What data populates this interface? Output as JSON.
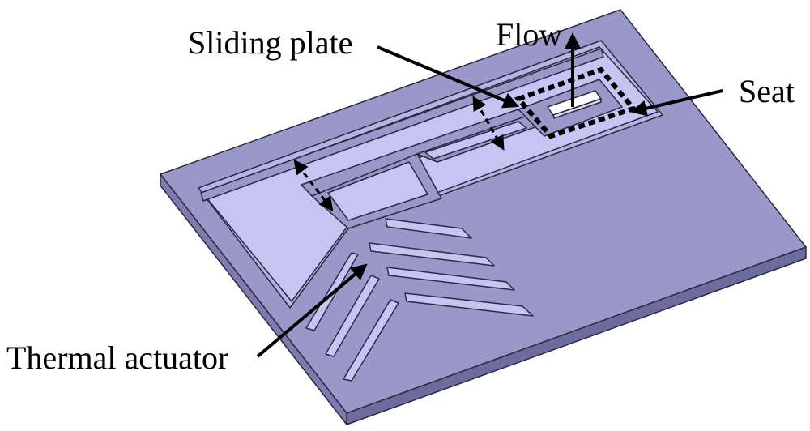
{
  "labels": {
    "sliding_plate": "Sliding plate",
    "flow": "Flow",
    "seat": "Seat",
    "thermal_actuator": "Thermal actuator"
  },
  "colors": {
    "plate_top": "#9a98c8",
    "plate_front": "#7e7cad",
    "plate_right": "#6e6c9c",
    "cavity": "#c5c4f2",
    "edge": "#2a2a44",
    "annotation": "#000000"
  }
}
